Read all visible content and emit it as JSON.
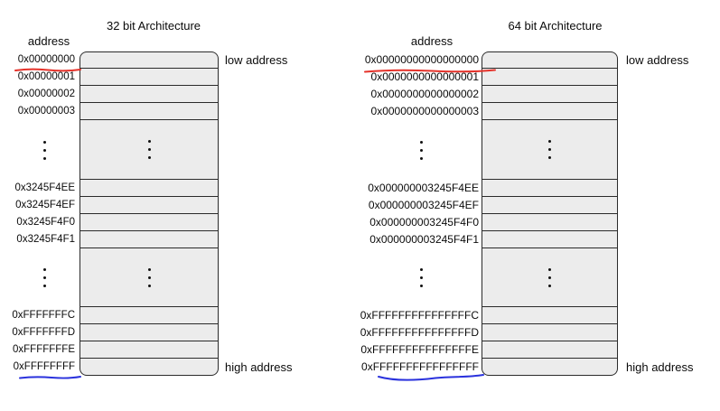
{
  "colors": {
    "cell_fill": "#ececec",
    "border": "#2b2b2b",
    "text": "#0a0a0a",
    "red_underline": "#e5322a",
    "blue_underline": "#2a32dd"
  },
  "diagrams": [
    {
      "title": "32 bit Architecture",
      "address_column_label": "address",
      "low_address_label": "low address",
      "high_address_label": "high address",
      "address_groups": [
        [
          "0x00000000",
          "0x00000001",
          "0x00000002",
          "0x00000003"
        ],
        [
          "0x3245F4EE",
          "0x3245F4EF",
          "0x3245F4F0",
          "0x3245F4F1"
        ],
        [
          "0xFFFFFFFC",
          "0xFFFFFFFD",
          "0xFFFFFFFE",
          "0xFFFFFFFF"
        ]
      ]
    },
    {
      "title": "64 bit Architecture",
      "address_column_label": "address",
      "low_address_label": "low address",
      "high_address_label": "high address",
      "address_groups": [
        [
          "0x00000000000000000",
          "0x0000000000000001",
          "0x0000000000000002",
          "0x0000000000000003"
        ],
        [
          "0x000000003245F4EE",
          "0x000000003245F4EF",
          "0x000000003245F4F0",
          "0x000000003245F4F1"
        ],
        [
          "0xFFFFFFFFFFFFFFFC",
          "0xFFFFFFFFFFFFFFFD",
          "0xFFFFFFFFFFFFFFFE",
          "0xFFFFFFFFFFFFFFFF"
        ]
      ]
    }
  ]
}
